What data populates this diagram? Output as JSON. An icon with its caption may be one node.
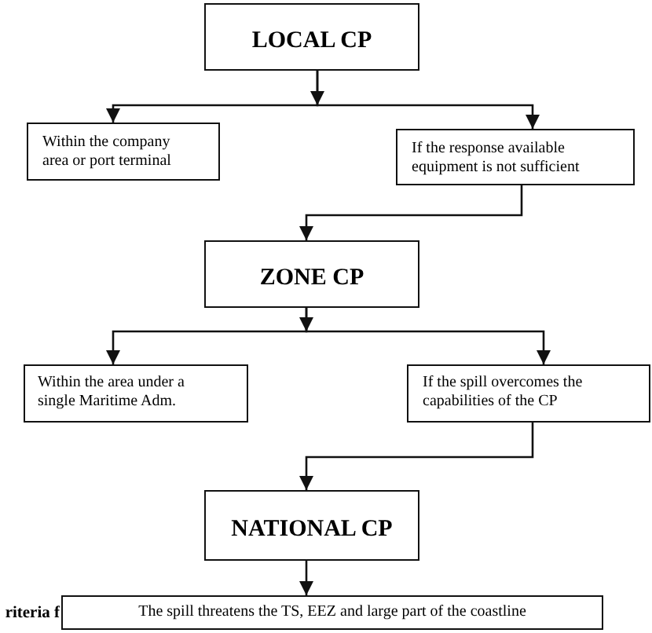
{
  "diagram": {
    "nodes": [
      {
        "text": [
          "LOCAL CP"
        ]
      },
      {
        "text": [
          "Within the company area or port terminal"
        ]
      },
      {
        "text": [
          "If the response available equipment is not sufficient"
        ]
      },
      {
        "text": [
          "ZONE CP"
        ]
      },
      {
        "text": [
          "Within the area under a single Maritime Adm."
        ]
      },
      {
        "text": [
          "If the spill overcomes the capabilities of the CP"
        ]
      },
      {
        "text": [
          "NATIONAL CP"
        ]
      },
      {
        "text": [
          "The spill threatens the TS, EEZ and large part of the coastline"
        ]
      }
    ],
    "edges": [
      {
        "from": 0,
        "to": 1,
        "arrow": "to"
      },
      {
        "from": 0,
        "to": 2,
        "arrow": "to"
      },
      {
        "from": 2,
        "to": 3,
        "arrow": "to"
      },
      {
        "from": 3,
        "to": 4,
        "arrow": "to"
      },
      {
        "from": 3,
        "to": 5,
        "arrow": "to"
      },
      {
        "from": 5,
        "to": 6,
        "arrow": "to"
      },
      {
        "from": 6,
        "to": 7,
        "arrow": "to"
      }
    ],
    "labels": [
      "riteria f"
    ]
  }
}
